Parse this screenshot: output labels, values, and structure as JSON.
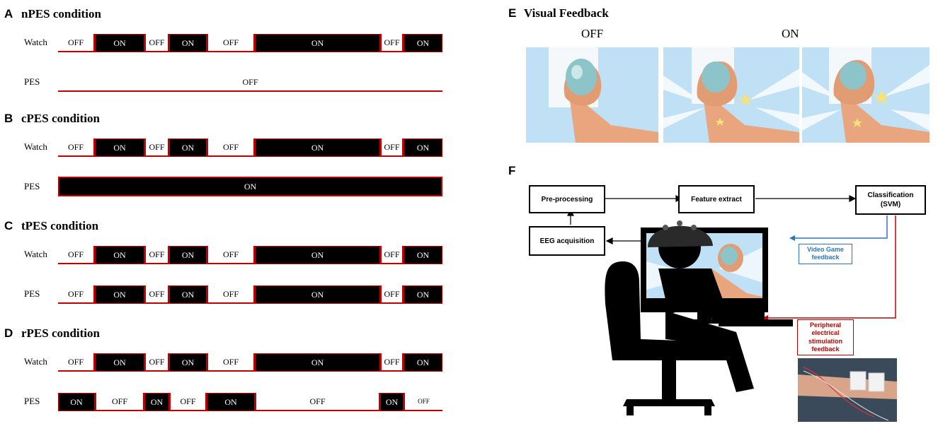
{
  "panels": {
    "A": {
      "letter": "A",
      "title": "nPES condition",
      "rows": [
        {
          "label": "Watch",
          "segments": [
            [
              "OFF",
              "off"
            ],
            [
              "ON",
              "on"
            ],
            [
              "OFF",
              "off"
            ],
            [
              "ON",
              "on"
            ],
            [
              "OFF",
              "off"
            ],
            [
              "ON",
              "on"
            ],
            [
              "OFF",
              "off"
            ],
            [
              "ON",
              "on"
            ]
          ]
        },
        {
          "label": "PES",
          "segments": [
            [
              "OFF",
              "off"
            ]
          ]
        }
      ]
    },
    "B": {
      "letter": "B",
      "title": "cPES condition",
      "rows": [
        {
          "label": "Watch",
          "segments": [
            [
              "OFF",
              "off"
            ],
            [
              "ON",
              "on"
            ],
            [
              "OFF",
              "off"
            ],
            [
              "ON",
              "on"
            ],
            [
              "OFF",
              "off"
            ],
            [
              "ON",
              "on"
            ],
            [
              "OFF",
              "off"
            ],
            [
              "ON",
              "on"
            ]
          ]
        },
        {
          "label": "PES",
          "segments": [
            [
              "ON",
              "on"
            ]
          ]
        }
      ]
    },
    "C": {
      "letter": "C",
      "title": "tPES condition",
      "rows": [
        {
          "label": "Watch",
          "segments": [
            [
              "OFF",
              "off"
            ],
            [
              "ON",
              "on"
            ],
            [
              "OFF",
              "off"
            ],
            [
              "ON",
              "on"
            ],
            [
              "OFF",
              "off"
            ],
            [
              "ON",
              "on"
            ],
            [
              "OFF",
              "off"
            ],
            [
              "ON",
              "on"
            ]
          ]
        },
        {
          "label": "PES",
          "segments": [
            [
              "OFF",
              "off"
            ],
            [
              "ON",
              "on"
            ],
            [
              "OFF",
              "off"
            ],
            [
              "ON",
              "on"
            ],
            [
              "OFF",
              "off"
            ],
            [
              "ON",
              "on"
            ],
            [
              "OFF",
              "off"
            ],
            [
              "ON",
              "on"
            ]
          ]
        }
      ]
    },
    "D": {
      "letter": "D",
      "title": "rPES condition",
      "rows": [
        {
          "label": "Watch",
          "segments": [
            [
              "OFF",
              "off"
            ],
            [
              "ON",
              "on"
            ],
            [
              "OFF",
              "off"
            ],
            [
              "ON",
              "on"
            ],
            [
              "OFF",
              "off"
            ],
            [
              "ON",
              "on"
            ],
            [
              "OFF",
              "off"
            ],
            [
              "ON",
              "on"
            ]
          ]
        },
        {
          "label": "PES",
          "segments": [
            [
              "ON",
              "on"
            ],
            [
              "OFF",
              "off"
            ],
            [
              "ON",
              "on"
            ],
            [
              "OFF",
              "off"
            ],
            [
              "ON",
              "on"
            ],
            [
              "OFF",
              "off"
            ],
            [
              "ON",
              "on"
            ],
            [
              "OFF",
              "off"
            ]
          ]
        }
      ]
    }
  },
  "visual_feedback": {
    "letter": "E",
    "title": "Visual Feedback",
    "off_label": "OFF",
    "on_label": "ON"
  },
  "flow": {
    "letter": "F",
    "preprocessing": "Pre-processing",
    "feature_extract": "Feature extract",
    "classification": "Classification\n(SVM)",
    "eeg_acquisition": "EEG acquisition",
    "video_game_feedback": "Video Game\nfeedback",
    "pes_feedback": "Peripheral\nelectrical\nstimulation\nfeedback"
  },
  "colors": {
    "on_fill": "#000000",
    "edge_red": "#c00000",
    "flow_blue": "#2e75b6",
    "sky": "#bfe0f5"
  }
}
